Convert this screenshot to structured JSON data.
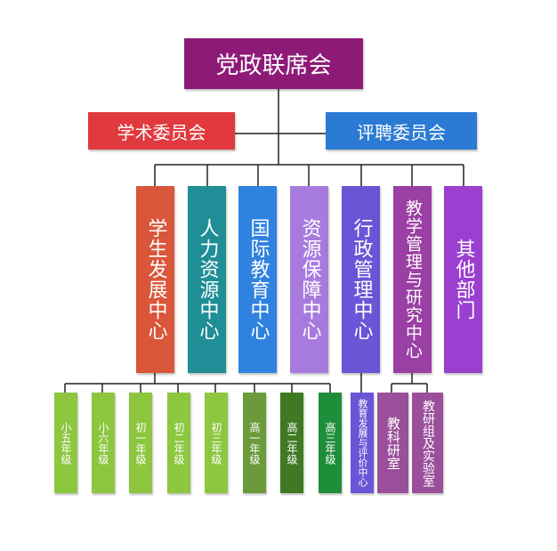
{
  "diagram": {
    "top": {
      "label": "党政联席会",
      "color": "#8e1a78"
    },
    "committees": [
      {
        "label": "学术委员会",
        "color": "#e0393e"
      },
      {
        "label": "评聘委员会",
        "color": "#2b7ad3"
      }
    ],
    "departments": [
      {
        "label": "学生发展中心",
        "color": "#d9563a"
      },
      {
        "label": "人力资源中心",
        "color": "#1f8e96"
      },
      {
        "label": "国际教育中心",
        "color": "#2f82e0"
      },
      {
        "label": "资源保障中心",
        "color": "#a77bde"
      },
      {
        "label": "行政管理中心",
        "color": "#6a55d6"
      },
      {
        "label": "教学管理与研究中心",
        "color": "#9a3fa3"
      },
      {
        "label": "其他部门",
        "color": "#9a3fd0"
      }
    ],
    "grades": [
      {
        "label": "小五年级",
        "color": "#8dc63f"
      },
      {
        "label": "小六年级",
        "color": "#8dc63f"
      },
      {
        "label": "初一年级",
        "color": "#8dc63f"
      },
      {
        "label": "初二年级",
        "color": "#8dc63f"
      },
      {
        "label": "初三年级",
        "color": "#8dc63f"
      },
      {
        "label": "高一年级",
        "color": "#6a9a3a"
      },
      {
        "label": "高二年级",
        "color": "#3f7a22"
      },
      {
        "label": "高三年级",
        "color": "#1f8e3a"
      }
    ],
    "admin_sub": [
      {
        "label": "教育发展与评价中心",
        "color": "#6a55d6"
      }
    ],
    "teaching_sub": [
      {
        "label": "教科研室",
        "color": "#9a4f9a"
      },
      {
        "label": "教研组及实验室",
        "color": "#9a4f9a"
      }
    ]
  }
}
